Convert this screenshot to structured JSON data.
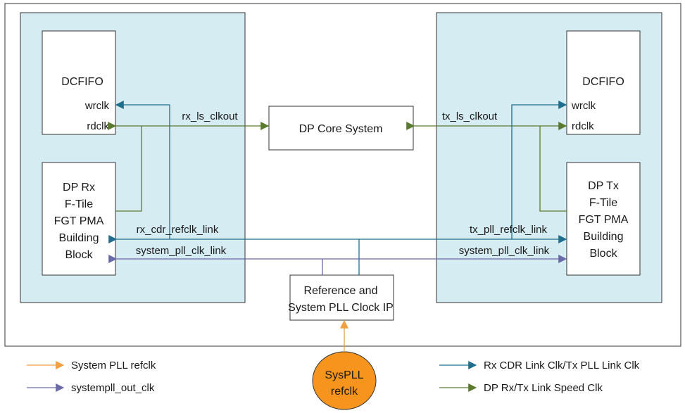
{
  "colors": {
    "frame_border": "#333333",
    "panel_fill": "#d6ecf3",
    "block_fill": "#ffffff",
    "blue_link": "#1f6e8c",
    "green_link": "#5a7a2e",
    "purple_link": "#6a6aa8",
    "orange_refclk": "#f0a040",
    "syspll_fill": "#f7941d"
  },
  "blocks": {
    "rx_dcfifo": {
      "title": "DCFIFO",
      "port_wr": "wrclk",
      "port_rd": "rdclk"
    },
    "tx_dcfifo": {
      "title": "DCFIFO",
      "port_wr": "wrclk",
      "port_rd": "rdclk"
    },
    "rx_pma": {
      "lines": [
        "DP Rx",
        "F-Tile",
        "FGT PMA",
        "Building",
        "Block"
      ]
    },
    "tx_pma": {
      "lines": [
        "DP Tx",
        "F-Tile",
        "FGT PMA",
        "Building",
        "Block"
      ]
    },
    "dp_core": {
      "title": "DP Core System"
    },
    "ref_pll": {
      "lines": [
        "Reference and",
        "System PLL Clock IP"
      ]
    },
    "syspll": {
      "lines": [
        "SysPLL",
        "refclk"
      ]
    }
  },
  "signals": {
    "rx_ls_clkout": "rx_ls_clkout",
    "tx_ls_clkout": "tx_ls_clkout",
    "rx_cdr_refclk_link": "rx_cdr_refclk_link",
    "tx_pll_refclk_link": "tx_pll_refclk_link",
    "system_pll_clk_link_left": "system_pll_clk_link",
    "system_pll_clk_link_right": "system_pll_clk_link"
  },
  "legend": {
    "system_pll_refclk": "System PLL refclk",
    "systempll_out_clk": "systempll_out_clk",
    "rx_cdr_tx_pll": "Rx CDR Link Clk/Tx PLL Link Clk",
    "link_speed": "DP Rx/Tx Link Speed Clk"
  }
}
